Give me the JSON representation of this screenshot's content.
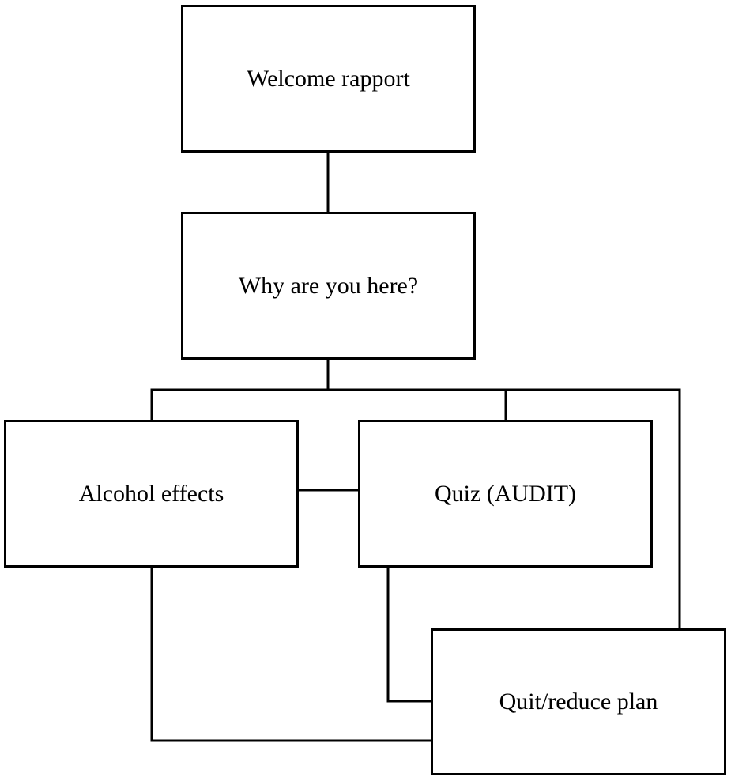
{
  "nodes": {
    "welcome": {
      "label": "Welcome rapport"
    },
    "why": {
      "label": "Why are you here?"
    },
    "alcohol": {
      "label": "Alcohol effects"
    },
    "quiz": {
      "label": "Quiz (AUDIT)"
    },
    "plan": {
      "label": "Quit/reduce plan"
    }
  },
  "colors": {
    "stroke": "#000000",
    "background": "#ffffff"
  }
}
